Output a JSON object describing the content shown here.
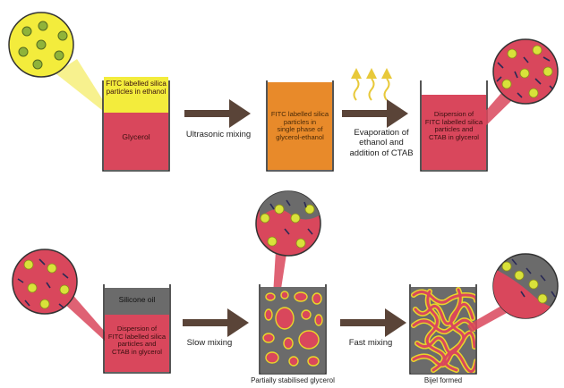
{
  "row1": {
    "beaker1": {
      "top_label": "FITC labelled silica\nparticles in ethanol",
      "bottom_label": "Glycerol"
    },
    "arrow1_label": "Ultrasonic mixing",
    "beaker2_label": "FITC labelled silica\nparticles in\nsingle phase of\nglycerol-ethanol",
    "arrow2_label": "Evaporation of\nethanol and\naddition of CTAB",
    "beaker3_label": "Dispersion of\nFITC labelled silica\nparticles and\nCTAB in glycerol"
  },
  "row2": {
    "beaker4": {
      "top_label": "Silicone oil",
      "bottom_label": "Dispersion of\nFITC labelled silica\nparticles and\nCTAB in glycerol"
    },
    "arrow3_label": "Slow mixing",
    "beaker5_caption": "Partially stabilised glycerol",
    "arrow4_label": "Fast mixing",
    "beaker6_caption": "Bijel formed"
  },
  "colors": {
    "yellow": "#f3ec3c",
    "particle": "#d9e23a",
    "pink": "#d9475c",
    "orange": "#e88a2a",
    "grey": "#6b6b6b",
    "arrow": "#5a4438",
    "outline": "#2b2b2b"
  }
}
